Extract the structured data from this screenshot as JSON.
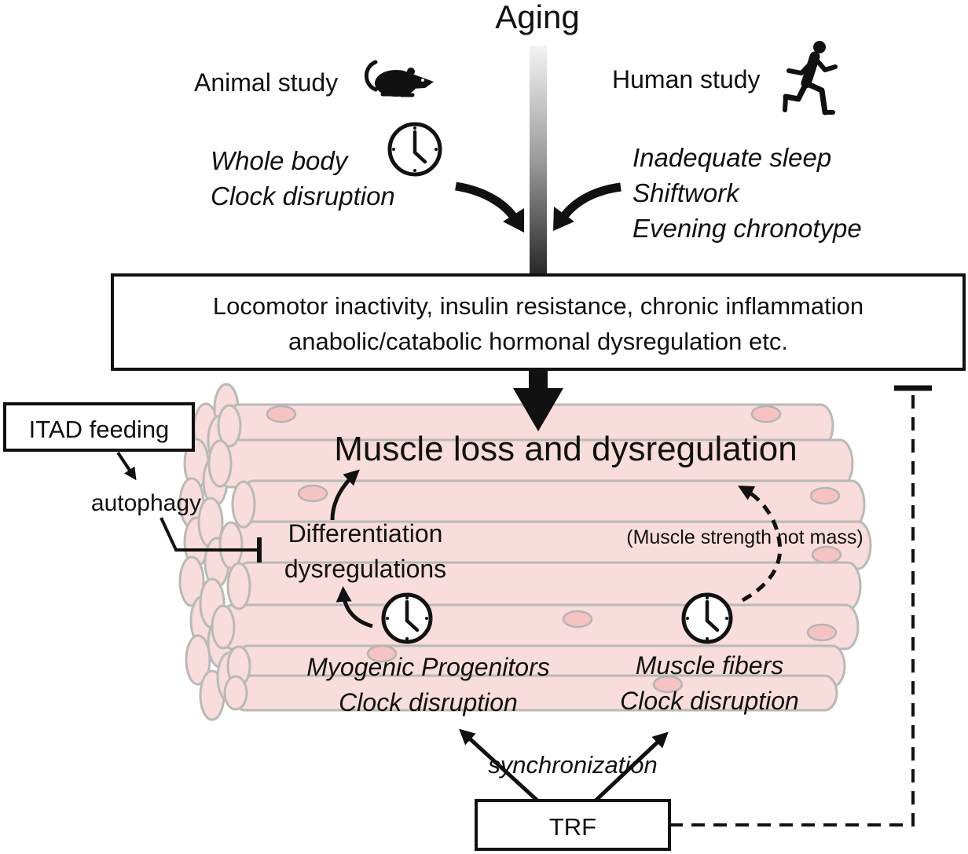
{
  "diagram": {
    "aging": "Aging",
    "animal_study": "Animal study",
    "human_study": "Human study",
    "animal_factors": [
      "Whole body",
      "Clock disruption"
    ],
    "human_factors": [
      "Inadequate sleep",
      "Shiftwork",
      "Evening chronotype"
    ],
    "mechanisms": [
      "Locomotor inactivity, insulin resistance, chronic inflammation",
      "anabolic/catabolic hormonal dysregulation etc."
    ],
    "muscle_loss": "Muscle loss and dysregulation",
    "itad_feeding": "ITAD feeding",
    "autophagy": "autophagy",
    "differentiation": [
      "Differentiation",
      "dysregulations"
    ],
    "strength_note": "(Muscle strength not mass)",
    "progenitors": [
      "Myogenic Progenitors",
      "Clock disruption"
    ],
    "fibers": [
      "Muscle fibers",
      "Clock disruption"
    ],
    "synchronization": "synchronization",
    "trf": "TRF"
  },
  "icons": [
    "clock-icon",
    "mouse-icon",
    "runner-icon"
  ],
  "colors": {
    "ink": "#111111",
    "fiber_fill": "#f9dcdc",
    "fiber_stroke": "#b9b9b9"
  }
}
